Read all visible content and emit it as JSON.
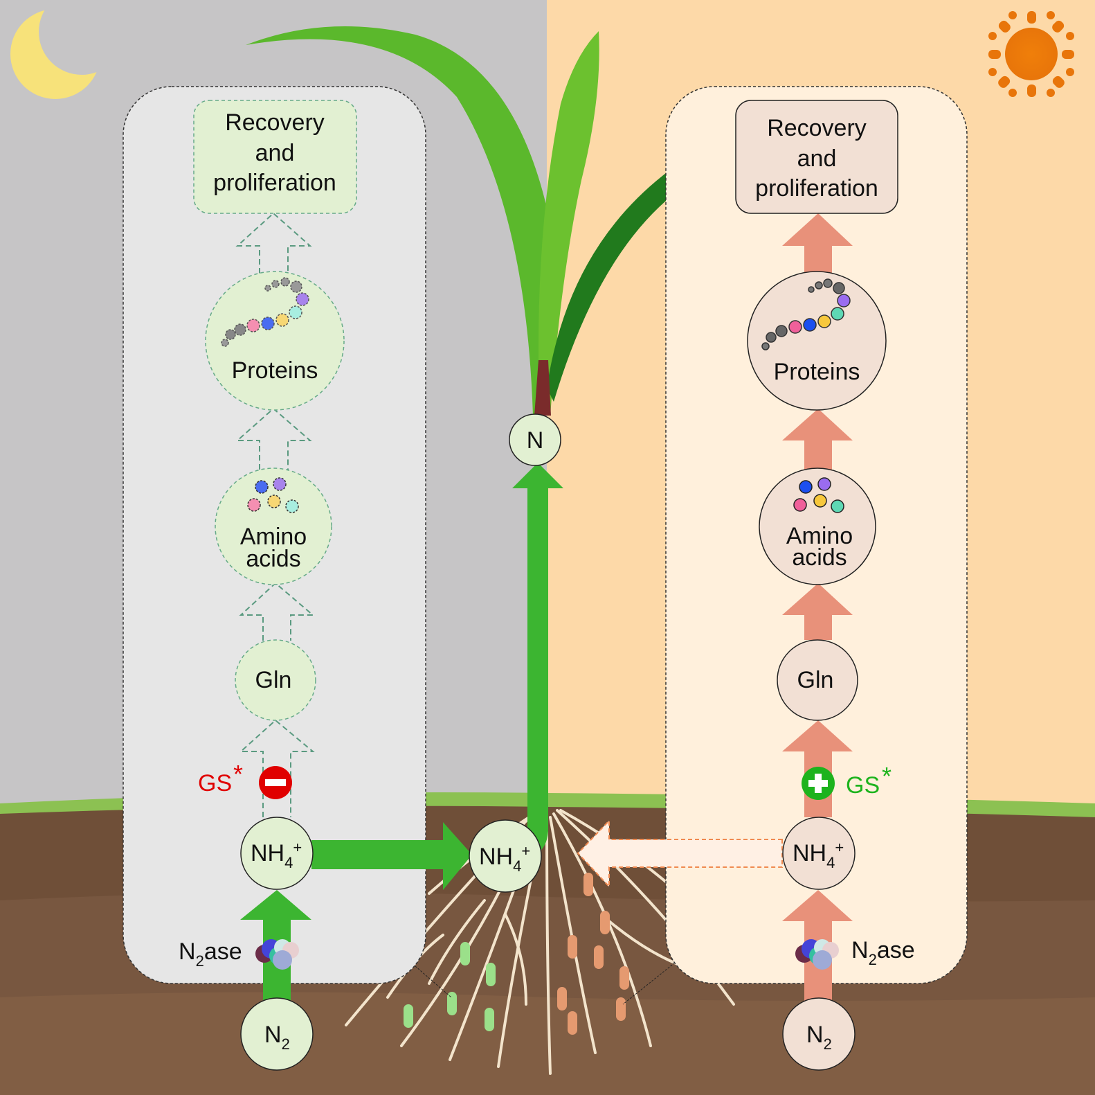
{
  "colors": {
    "night_bg": "#c6c5c6",
    "day_bg": "#fdd9a8",
    "night_panel": "#e6e6e6",
    "day_panel": "#fff0dc",
    "green_arrow": "#3cb531",
    "salmon_arrow": "#e8917a",
    "night_node": "#e2f0d2",
    "day_node": "#f2e0d4",
    "inhibit": "#e00000",
    "activate": "#1db31d"
  },
  "icons": [
    "moon-icon",
    "sun-icon",
    "protein-chain-icon",
    "amino-acid-cluster-icon",
    "nitrogenase-icon",
    "minus-icon",
    "plus-icon",
    "plant-illustration",
    "roots-illustration",
    "bacteria-icon"
  ],
  "night": {
    "recovery": [
      "Recovery",
      "and",
      "proliferation"
    ],
    "proteins": "Proteins",
    "amino": [
      "Amino",
      "acids"
    ],
    "gln": "Gln",
    "gs": "GS",
    "gs_star": "*",
    "nh4": "NH",
    "nh4_sub": "4",
    "nh4_sup": "+",
    "n2": "N",
    "n2_sub": "2",
    "n2ase": "N",
    "n2ase_sub": "2",
    "n2ase_rest": "ase"
  },
  "day": {
    "recovery": [
      "Recovery",
      "and",
      "proliferation"
    ],
    "proteins": "Proteins",
    "amino": [
      "Amino",
      "acids"
    ],
    "gln": "Gln",
    "gs": "GS",
    "gs_star": "*",
    "nh4": "NH",
    "nh4_sub": "4",
    "nh4_sup": "+",
    "n2": "N",
    "n2_sub": "2",
    "n2ase": "N",
    "n2ase_sub": "2",
    "n2ase_rest": "ase"
  },
  "center": {
    "n": "N",
    "nh4": "NH",
    "nh4_sub": "4",
    "nh4_sup": "+"
  }
}
